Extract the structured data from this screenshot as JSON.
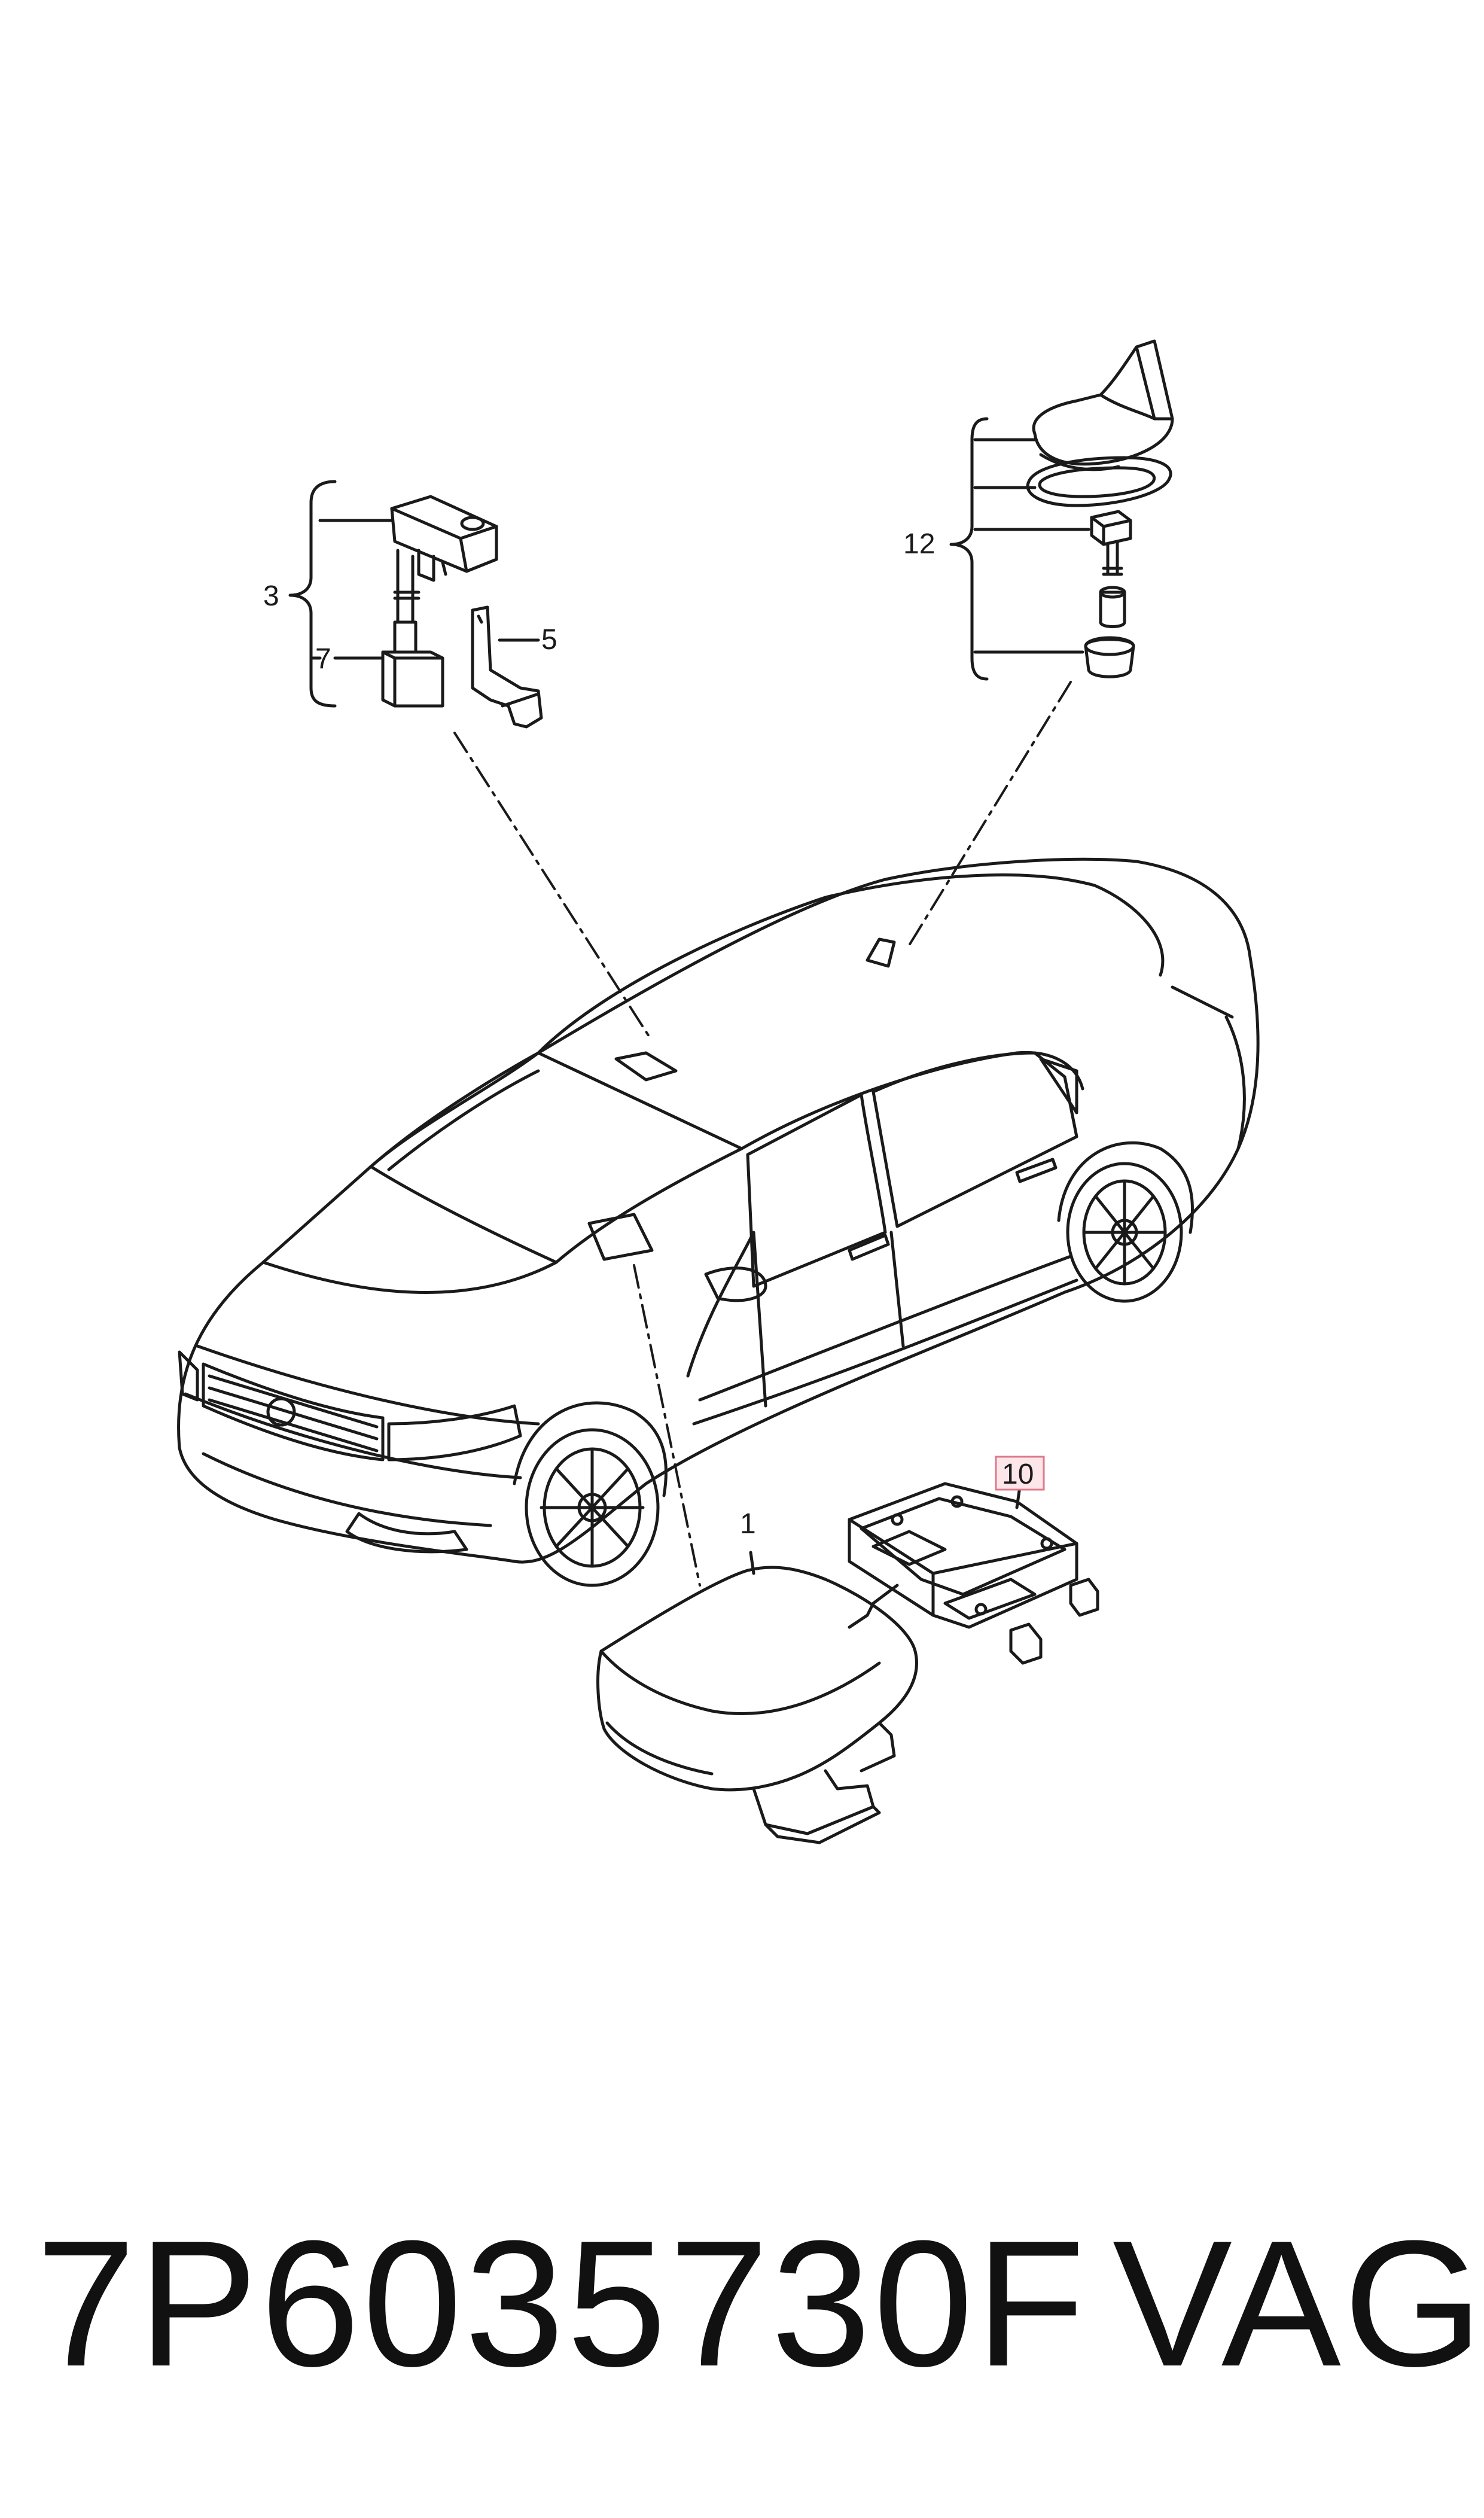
{
  "diagram": {
    "callouts": {
      "c1": "1",
      "c3": "3",
      "c5": "5",
      "c7": "7",
      "c10": "10",
      "c12": "12"
    },
    "highlight_color": "#e0788a",
    "line_color": "#1a1a1a"
  },
  "footer": {
    "part_number": "7P6035730F",
    "brand": "VAG"
  }
}
